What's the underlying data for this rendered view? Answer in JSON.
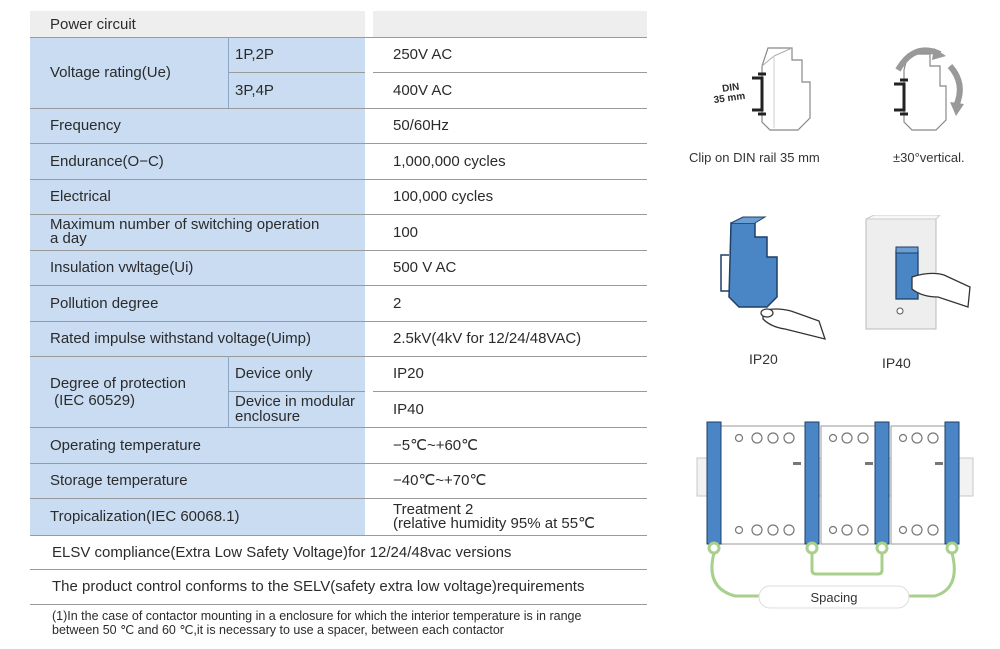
{
  "table": {
    "header": "Power circuit",
    "rows": [
      {
        "param": "Voltage rating(Ue)",
        "sub": [
          "1P,2P",
          "3P,4P"
        ],
        "values": [
          "250V AC",
          "400V AC"
        ]
      },
      {
        "param": "Frequency",
        "value": "50/60Hz"
      },
      {
        "param": "Endurance(O−C)",
        "value": "1,000,000 cycles"
      },
      {
        "param": "Electrical",
        "value": "100,000 cycles"
      },
      {
        "param_lines": [
          "Maximum number of switching operation",
          "a day"
        ],
        "value": "100"
      },
      {
        "param": "Insulation vwltage(Ui)",
        "value": "500 V AC"
      },
      {
        "param": "Pollution degree",
        "value": "2"
      },
      {
        "param": "Rated impulse withstand voltage(Uimp)",
        "value": "2.5kV(4kV for 12/24/48VAC)"
      },
      {
        "param_lines": [
          "Degree of protection",
          " (IEC 60529)"
        ],
        "sub": [
          "Device only",
          "Device in modular enclosure"
        ],
        "sub_lines": [
          "Device in modular",
          "enclosure"
        ],
        "values": [
          "IP20",
          "IP40"
        ]
      },
      {
        "param": "Operating temperature",
        "value": "−5℃~+60℃"
      },
      {
        "param": "Storage temperature",
        "value": "−40℃~+70℃"
      },
      {
        "param": "Tropicalization(IEC 60068.1)",
        "value_lines": [
          "Treatment 2",
          "(relative humidity 95% at 55℃"
        ]
      }
    ],
    "full_rows": [
      "ELSV compliance(Extra Low Safety Voltage)for 12/24/48vac versions",
      "The product control conforms to the SELV(safety extra low voltage)requirements"
    ],
    "footnote_lines": [
      "(1)In the case of contactor mounting in a enclosure for which the interior temperature is in range",
      "between 50 ℃ and 60 ℃,it is necessary to use a spacer, between each contactor"
    ]
  },
  "figures": {
    "din_rail": {
      "caption": "Clip on DIN rail 35 mm",
      "label_lines": [
        "DIN",
        "35 mm"
      ]
    },
    "tilt": {
      "caption": "±30°vertical."
    },
    "ip20": {
      "caption": "IP20"
    },
    "ip40": {
      "caption": "IP40"
    },
    "spacing": {
      "label": "Spacing"
    }
  },
  "colors": {
    "param_bg": "#c9dcf2",
    "header_bg": "#eeeeee",
    "device_blue": "#4a86c5",
    "spacer_green": "#a8d08d"
  }
}
